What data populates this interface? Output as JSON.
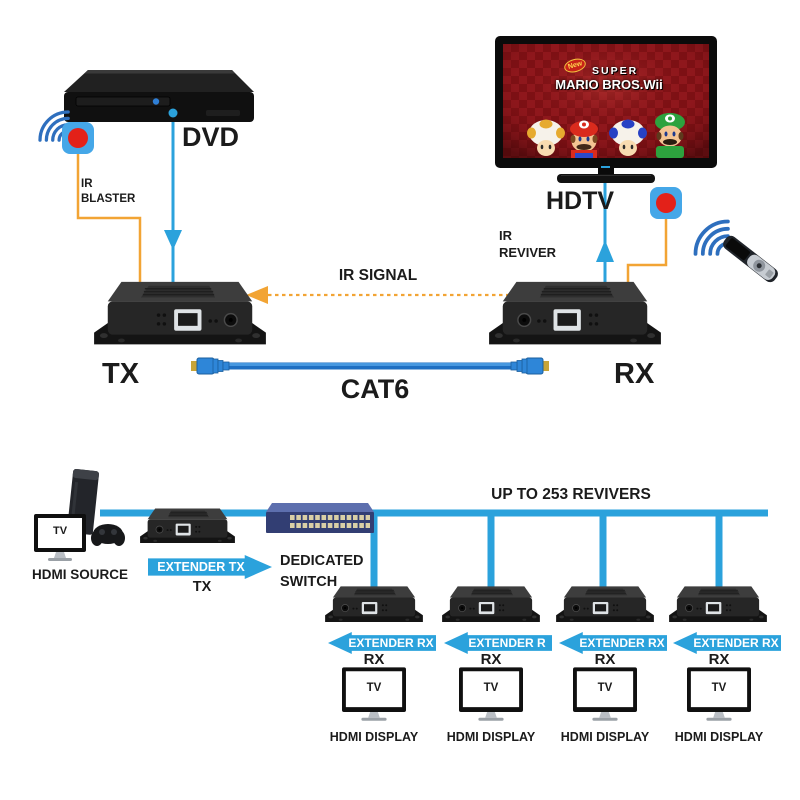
{
  "colors": {
    "line_blue": "#2BA2DC",
    "cable_blue": "#2E86D8",
    "orange": "#F2A434",
    "ir_red": "#E32119",
    "icon_blue": "#45A7E8",
    "wifi_blue": "#2E6FBE",
    "switch_navy": "#323E73",
    "text": "#1B1B1B"
  },
  "top": {
    "dvd_label": "DVD",
    "ir_blaster_label": "IR\nBLASTER",
    "ir_signal_label": "IR SIGNAL",
    "tx_label": "TX",
    "cat6_label": "CAT6",
    "hdtv_label": "HDTV",
    "ir_receiver_label": "IR\nREVIVER",
    "rx_label": "RX",
    "tv_screen": {
      "badge": "New",
      "title_line1": "SUPER",
      "title_line2": "MARIO BROS.Wii"
    }
  },
  "bottom": {
    "title": "UP TO 253 REVIVERS",
    "source": {
      "label": "HDMI SOURCE",
      "monitor_text": "TV"
    },
    "extender_tx": {
      "arrow_label": "EXTENDER TX",
      "label": "TX"
    },
    "switch_label": "DEDICATED\nSWITCH",
    "receivers": [
      {
        "arrow_label": "EXTENDER RX",
        "label": "RX",
        "monitor_text": "TV",
        "display_label": "HDMI DISPLAY"
      },
      {
        "arrow_label": "EXTENDER R",
        "label": "RX",
        "monitor_text": "TV",
        "display_label": "HDMI DISPLAY"
      },
      {
        "arrow_label": "EXTENDER RX",
        "label": "RX",
        "monitor_text": "TV",
        "display_label": "HDMI DISPLAY"
      },
      {
        "arrow_label": "EXTENDER RX",
        "label": "RX",
        "monitor_text": "TV",
        "display_label": "HDMI DISPLAY"
      }
    ]
  }
}
